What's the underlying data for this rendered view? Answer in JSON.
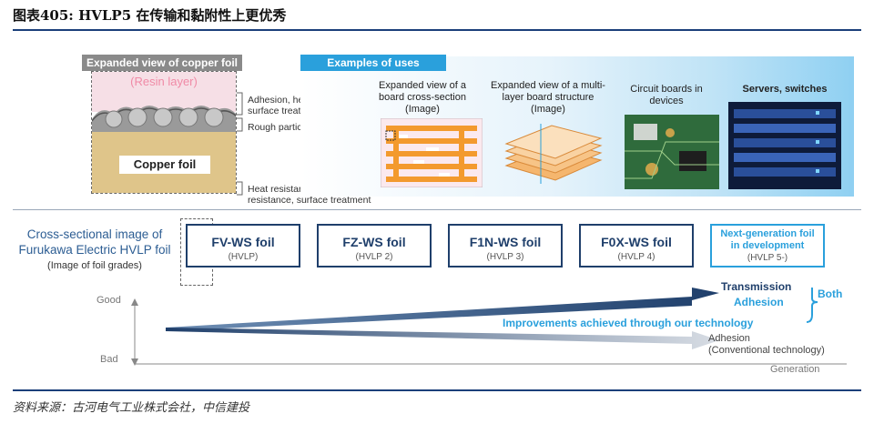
{
  "header": {
    "title": "图表405:  HVLP5 在传输和黏附性上更优秀"
  },
  "footer": {
    "source": "资料来源：古河电气工业株式会社，中信建投"
  },
  "foil_panel": {
    "heading": "Expanded view of copper foil",
    "resin_label": "(Resin layer)",
    "copper_label": "Copper foil",
    "annotation_top_1": "Adhesion, heat resistance,",
    "annotation_top_2": "surface treatment",
    "annotation_rough": "Rough particles",
    "annotation_bottom_1": "Heat resistance, corrosion",
    "annotation_bottom_2": "resistance, surface  treatment"
  },
  "uses": {
    "heading": "Examples of uses",
    "items": [
      {
        "line1": "Expanded view of a",
        "line2": "board cross-section",
        "line3": "(Image)"
      },
      {
        "line1": "Expanded view of a multi-",
        "line2": "layer board structure",
        "line3": "(Image)"
      },
      {
        "line1": "Circuit boards in",
        "line2": "devices"
      },
      {
        "line1": "Servers, switches"
      }
    ]
  },
  "grades_section": {
    "title_1": "Cross-sectional image of",
    "title_2": "Furukawa Electric HVLP foil",
    "subtitle": "(Image of foil grades)",
    "grades": [
      {
        "name": "FV-WS foil",
        "sub": "(HVLP)"
      },
      {
        "name": "FZ-WS foil",
        "sub": "(HVLP 2)"
      },
      {
        "name": "F1N-WS foil",
        "sub": "(HVLP 3)"
      },
      {
        "name": "F0X-WS foil",
        "sub": "(HVLP 4)"
      },
      {
        "name_1": "Next-generation foil",
        "name_2": "in development",
        "sub": "(HVLP 5-)"
      }
    ]
  },
  "trend": {
    "axis_good": "Good",
    "axis_bad": "Bad",
    "axis_generation": "Generation",
    "transmission": "Transmission",
    "adhesion": "Adhesion",
    "both": "Both",
    "improvements": "Improvements achieved through our technology",
    "conventional_1": "Adhesion",
    "conventional_2": "(Conventional technology)"
  },
  "colors": {
    "navy": "#1f3f6b",
    "accent_blue": "#2aa0dc",
    "copper": "#dfc58a",
    "resin": "#f6dfe6"
  }
}
